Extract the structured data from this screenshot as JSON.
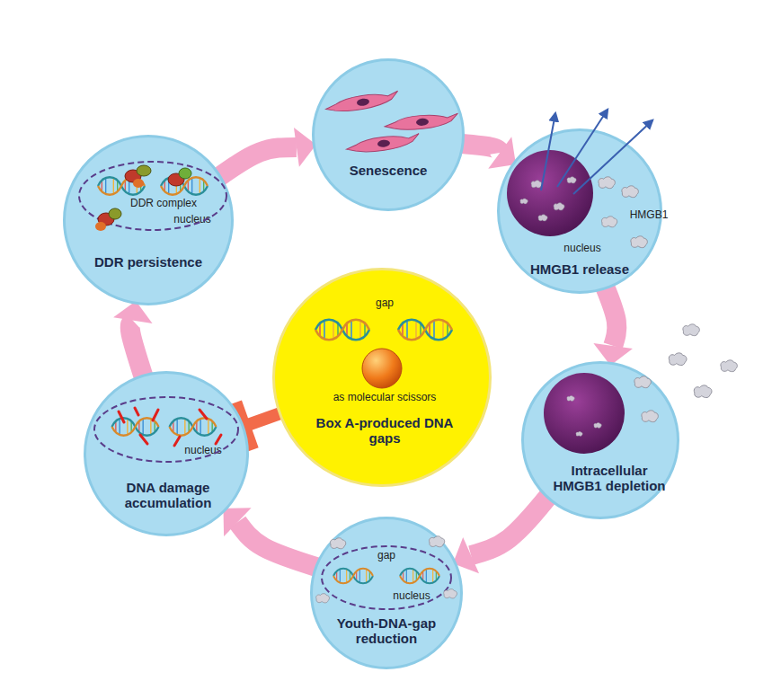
{
  "diagram": {
    "nodes": [
      {
        "text": [
          "Senescence"
        ]
      },
      {
        "text": [
          "HMGB1",
          "nucleus",
          "HMGB1 release"
        ]
      },
      {
        "text": [
          "Intracellular HMGB1 depletion"
        ]
      },
      {
        "text": [
          "gap",
          "nucleus",
          "Youth-DNA-gap reduction"
        ]
      },
      {
        "text": [
          "nucleus",
          "DNA damage accumulation"
        ]
      },
      {
        "text": [
          "DDR complex",
          "nucleus",
          "DDR persistence"
        ]
      },
      {
        "text": [
          "gap",
          "Box A",
          "as molecular scissors",
          "Box A-produced DNA gaps"
        ]
      }
    ],
    "edges": [
      {
        "from": 0,
        "to": 1,
        "arrow": "to"
      },
      {
        "from": 1,
        "to": 2,
        "arrow": "to"
      },
      {
        "from": 2,
        "to": 3,
        "arrow": "to"
      },
      {
        "from": 3,
        "to": 4,
        "arrow": "to"
      },
      {
        "from": 4,
        "to": 5,
        "arrow": "to"
      },
      {
        "from": 5,
        "to": 0,
        "arrow": "to"
      },
      {
        "from": 6,
        "to": 4,
        "arrow": "to"
      }
    ]
  }
}
